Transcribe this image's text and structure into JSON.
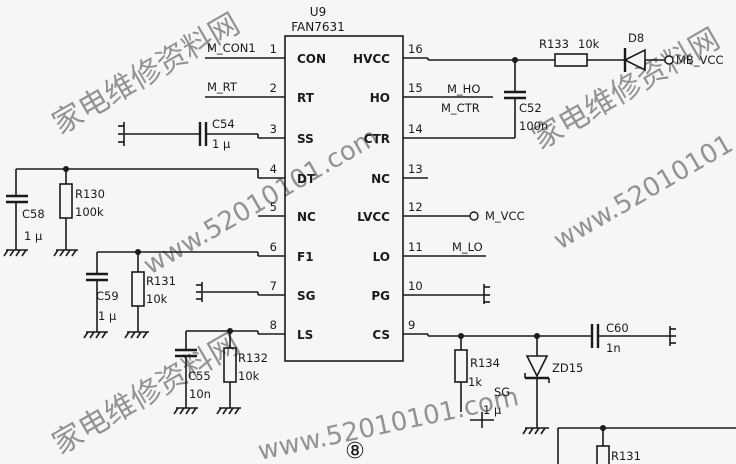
{
  "chip": {
    "ref": "U9",
    "part": "FAN7631"
  },
  "pins_left": [
    {
      "num": "1",
      "name": "CON"
    },
    {
      "num": "2",
      "name": "RT"
    },
    {
      "num": "3",
      "name": "SS"
    },
    {
      "num": "4",
      "name": "DT"
    },
    {
      "num": "5",
      "name": "NC"
    },
    {
      "num": "6",
      "name": "F1"
    },
    {
      "num": "7",
      "name": "SG"
    },
    {
      "num": "8",
      "name": "LS"
    }
  ],
  "pins_right": [
    {
      "num": "16",
      "name": "HVCC"
    },
    {
      "num": "15",
      "name": "HO"
    },
    {
      "num": "14",
      "name": "CTR"
    },
    {
      "num": "13",
      "name": "NC"
    },
    {
      "num": "12",
      "name": "LVCC"
    },
    {
      "num": "11",
      "name": "LO"
    },
    {
      "num": "10",
      "name": "PG"
    },
    {
      "num": "9",
      "name": "CS"
    }
  ],
  "nets": {
    "m_con1": "M_CON1",
    "m_rt": "M_RT",
    "m_ho": "M_HO",
    "m_ctr": "M_CTR",
    "m_vcc": "M_VCC",
    "mb_vcc": "MB_VCC",
    "m_lo": "M_LO",
    "sg": "SG"
  },
  "components": {
    "c54": {
      "ref": "C54",
      "value": "1 μ"
    },
    "c58": {
      "ref": "C58",
      "value": "1 μ"
    },
    "r130": {
      "ref": "R130",
      "value": "100k"
    },
    "c59": {
      "ref": "C59",
      "value": "1 μ"
    },
    "r131": {
      "ref": "R131",
      "value": "10k"
    },
    "c55": {
      "ref": "C55",
      "value": "10n"
    },
    "r132": {
      "ref": "R132",
      "value": "10k"
    },
    "c52": {
      "ref": "C52",
      "value": "100n"
    },
    "r133": {
      "ref": "R133",
      "value": "10k"
    },
    "d8": {
      "ref": "D8"
    },
    "c60": {
      "ref": "C60",
      "value": "1n"
    },
    "r134": {
      "ref": "R134",
      "value": "1k"
    },
    "zd15": {
      "ref": "ZD15"
    },
    "sg_cap": {
      "value": "1 μ"
    },
    "r131b": {
      "ref": "R131"
    }
  },
  "figure_number": "⑧",
  "watermarks": [
    "家电维修资料网",
    "www.52010101.com",
    "家电维修资料网",
    "www.52010101.com",
    "家电维修资料网",
    "www.52010101.com"
  ]
}
